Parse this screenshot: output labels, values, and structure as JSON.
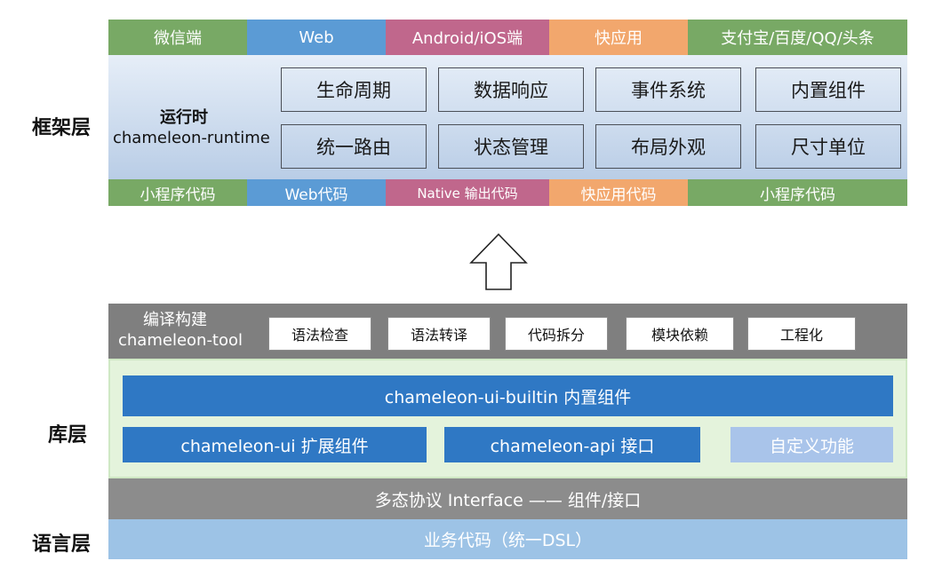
{
  "layers": {
    "framework": "框架层",
    "library": "库层",
    "language": "语言层"
  },
  "framework": {
    "platforms": [
      "微信端",
      "Web",
      "Android/iOS端",
      "快应用",
      "支付宝/百度/QQ/头条"
    ],
    "runtime_title": "运行时",
    "runtime_name": "chameleon-runtime",
    "modules": [
      "生命周期",
      "数据响应",
      "事件系统",
      "内置组件",
      "统一路由",
      "状态管理",
      "布局外观",
      "尺寸单位"
    ],
    "outputs": [
      "小程序代码",
      "Web代码",
      "Native 输出代码",
      "快应用代码",
      "小程序代码"
    ]
  },
  "tool": {
    "title": "编译构建",
    "name": "chameleon-tool",
    "items": [
      "语法检查",
      "语法转译",
      "代码拆分",
      "模块依赖",
      "工程化"
    ]
  },
  "library": {
    "builtin": "chameleon-ui-builtin 内置组件",
    "ui": "chameleon-ui 扩展组件",
    "api": "chameleon-api 接口",
    "custom": "自定义功能"
  },
  "interface_bar": "多态协议 Interface —— 组件/接口",
  "business_bar": "业务代码（统一DSL）",
  "colors": {
    "green": "#78a965",
    "blue": "#5b9bd5",
    "pink": "#c0678c",
    "orange": "#f2a76d",
    "gray": "#8c8c8c",
    "dark_blue": "#2f78c4",
    "light_blue_box": "#a9c4ea",
    "lib_green": "#e4f3dc",
    "business_blue": "#9dc3e6"
  }
}
